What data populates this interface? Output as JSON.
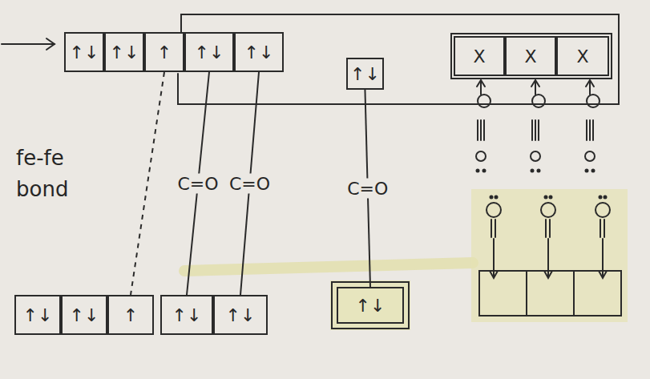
{
  "diagram": {
    "nodes": [
      {
        "text": [
          "↑↓"
        ]
      },
      {
        "text": [
          "↑↓"
        ]
      },
      {
        "text": [
          "↑"
        ]
      },
      {
        "text": [
          "↑↓"
        ]
      },
      {
        "text": [
          "↑↓"
        ]
      },
      {
        "text": [
          "↑↓"
        ]
      },
      {
        "text": [
          "X"
        ]
      },
      {
        "text": [
          "X"
        ]
      },
      {
        "text": [
          "X"
        ]
      },
      {
        "text": [
          "↑↓"
        ]
      },
      {
        "text": [
          "↑↓"
        ]
      },
      {
        "text": [
          "↑"
        ]
      },
      {
        "text": [
          "↑↓"
        ]
      },
      {
        "text": [
          "↑↓"
        ]
      },
      {
        "text": [
          "↑↓"
        ]
      }
    ],
    "edges": [
      {
        "from": 2,
        "to": 11,
        "arrow": "none"
      },
      {
        "from": 3,
        "to": 12,
        "label": "C=O",
        "arrow": "none"
      },
      {
        "from": 4,
        "to": 13,
        "label": "C=O",
        "arrow": "none"
      },
      {
        "from": 5,
        "to": 14,
        "label": "C=O",
        "arrow": "none"
      }
    ],
    "labels": [
      "fe-fe bond"
    ]
  }
}
